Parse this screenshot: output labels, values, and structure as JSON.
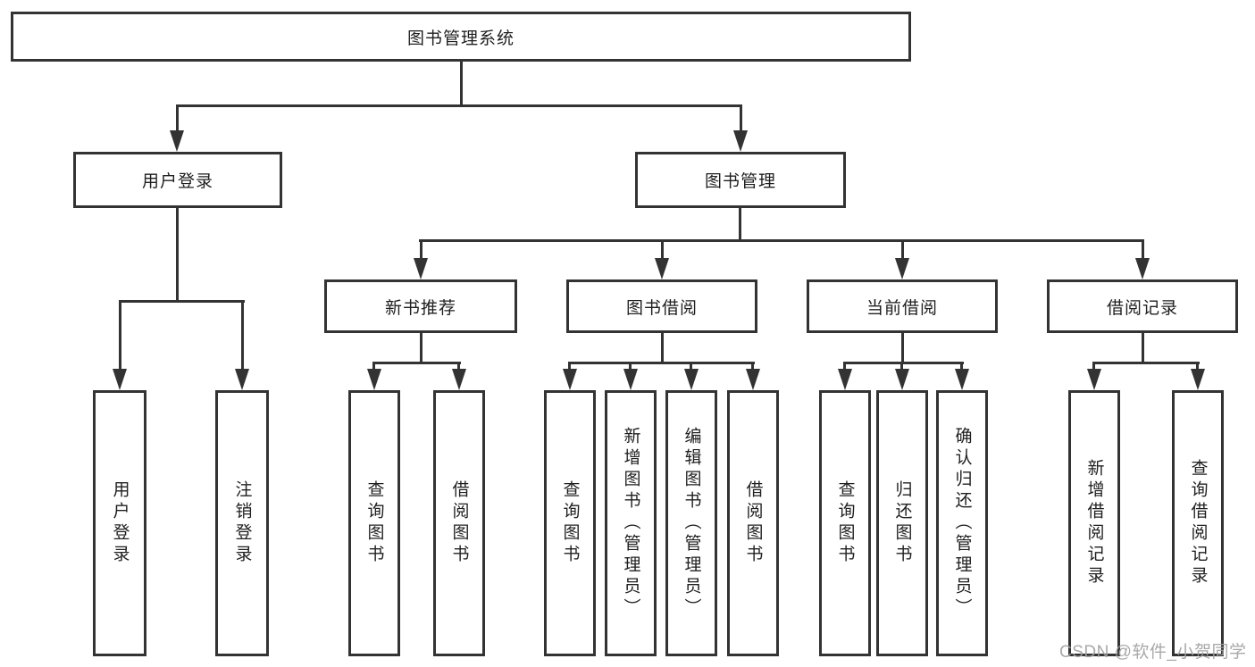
{
  "diagram": {
    "root": "图书管理系统",
    "user_login": {
      "label": "用户登录",
      "children": [
        "用户登录",
        "注销登录"
      ]
    },
    "book_mgmt": {
      "label": "图书管理",
      "groups": [
        {
          "label": "新书推荐",
          "children": [
            "查询图书",
            "借阅图书"
          ]
        },
        {
          "label": "图书借阅",
          "children": [
            "查询图书",
            "新增图书（管理员）",
            "编辑图书（管理员）",
            "借阅图书"
          ]
        },
        {
          "label": "当前借阅",
          "children": [
            "查询图书",
            "归还图书",
            "确认归还（管理员）"
          ]
        },
        {
          "label": "借阅记录",
          "children": [
            "新增借阅记录",
            "查询借阅记录"
          ]
        }
      ]
    }
  },
  "watermark": {
    "text": "CSDN @软件_小贺同学"
  },
  "colors": {
    "line": "#333333",
    "text": "#1f1f1f",
    "watermark": "#a2a2a2",
    "background": "#ffffff"
  }
}
